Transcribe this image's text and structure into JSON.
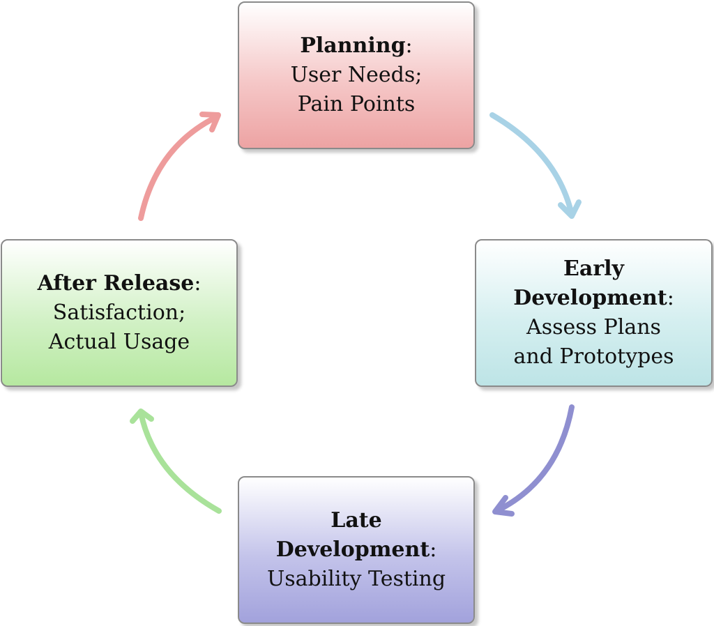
{
  "diagram": {
    "stages": {
      "planning": {
        "title_lines": [
          "Planning"
        ],
        "suffix": ":",
        "desc_lines": [
          "User Needs;",
          "Pain Points"
        ]
      },
      "early": {
        "title_lines": [
          "Early",
          "Development"
        ],
        "suffix": ":",
        "desc_lines": [
          "Assess Plans",
          "and Prototypes"
        ]
      },
      "late": {
        "title_lines": [
          "Late",
          "Development"
        ],
        "suffix": ":",
        "desc_lines": [
          "Usability Testing"
        ]
      },
      "after": {
        "title_lines": [
          "After Release"
        ],
        "suffix": ":",
        "desc_lines": [
          "Satisfaction;",
          "Actual Usage"
        ]
      }
    },
    "colors": {
      "arrow_planning_to_early": "#a8d2e6",
      "arrow_early_to_late": "#8f8fd0",
      "arrow_late_to_after": "#a9e29a",
      "arrow_after_to_planning": "#ee9c9c"
    }
  }
}
